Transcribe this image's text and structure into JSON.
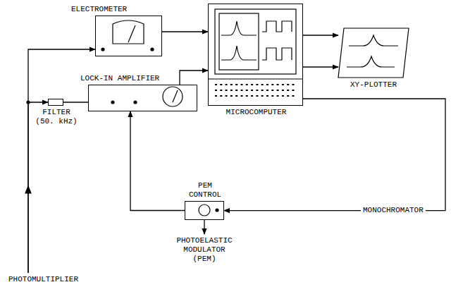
{
  "diagram": {
    "nodes": [
      {
        "text": [
          "ELECTROMETER"
        ]
      },
      {
        "text": [
          "MICROCOMPUTER"
        ]
      },
      {
        "text": [
          "FILTER (50. kHz)"
        ]
      },
      {
        "text": [
          "LOCK-IN AMPLIFIER"
        ]
      },
      {
        "text": [
          "XY-PLOTTER"
        ]
      },
      {
        "text": [
          "PEM CONTROL"
        ]
      },
      {
        "text": [
          "MONOCHROMATOR"
        ]
      },
      {
        "text": [
          "PHOTOMULTIPLIER"
        ]
      },
      {
        "text": [
          "PHOTOELASTIC MODULATOR (PEM)"
        ]
      }
    ],
    "edges": [
      {
        "from": 7,
        "to": 0,
        "arrow": "to"
      },
      {
        "from": 7,
        "to": 2,
        "arrow": "to"
      },
      {
        "from": 2,
        "to": 3,
        "arrow": "none"
      },
      {
        "from": 0,
        "to": 1,
        "arrow": "to"
      },
      {
        "from": 3,
        "to": 1,
        "arrow": "to"
      },
      {
        "from": 1,
        "to": 4,
        "arrow": "to"
      },
      {
        "from": 1,
        "to": 4,
        "arrow": "to"
      },
      {
        "from": 1,
        "to": 6,
        "arrow": "none"
      },
      {
        "from": 6,
        "to": 5,
        "arrow": "to"
      },
      {
        "from": 5,
        "to": 3,
        "arrow": "to"
      },
      {
        "from": 5,
        "to": 8,
        "arrow": "to"
      }
    ]
  }
}
